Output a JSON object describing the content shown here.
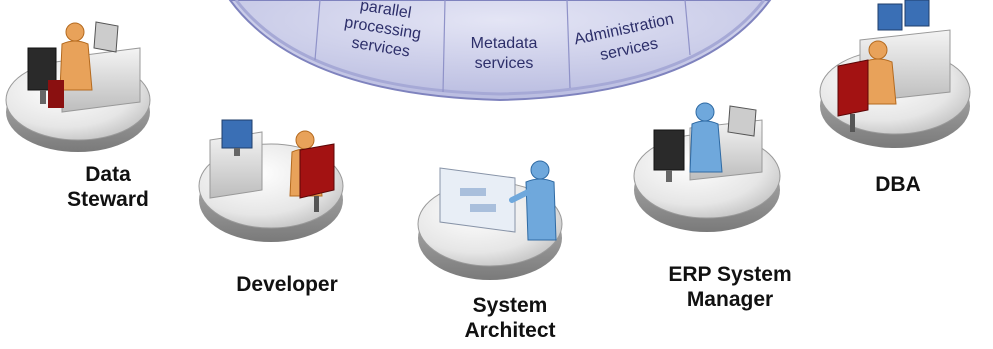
{
  "wheel": {
    "segments": [
      {
        "id": "seg-left",
        "lines": []
      },
      {
        "id": "seg-parallel",
        "lines": [
          "parallel",
          "processing",
          "services"
        ]
      },
      {
        "id": "seg-metadata",
        "lines": [
          "Metadata",
          "services"
        ]
      },
      {
        "id": "seg-admin",
        "lines": [
          "Administration",
          "services"
        ]
      },
      {
        "id": "seg-right",
        "lines": []
      }
    ]
  },
  "roles": [
    {
      "id": "data-steward",
      "lines": [
        "Data",
        "Steward"
      ],
      "icon": "data-steward-workstation-icon"
    },
    {
      "id": "developer",
      "lines": [
        "Developer"
      ],
      "icon": "developer-workstation-icon"
    },
    {
      "id": "system-architect",
      "lines": [
        "System",
        "Architect"
      ],
      "icon": "system-architect-icon"
    },
    {
      "id": "erp-system-manager",
      "lines": [
        "ERP System",
        "Manager"
      ],
      "icon": "erp-manager-workstation-icon"
    },
    {
      "id": "dba",
      "lines": [
        "DBA"
      ],
      "icon": "dba-workstation-icon"
    }
  ],
  "colors": {
    "wheel_fill": "#c9cbe8",
    "wheel_edge": "#8f92c8",
    "wheel_rim": "#7f83be",
    "wheel_text": "#2d2f6a",
    "pedestal_top": "#f2f2f2",
    "pedestal_side": "#9a9a9a",
    "person_orange": "#e8a25a",
    "person_blue": "#6fa8dc",
    "chair_red": "#a31212",
    "monitor": "#2a2a2a"
  }
}
